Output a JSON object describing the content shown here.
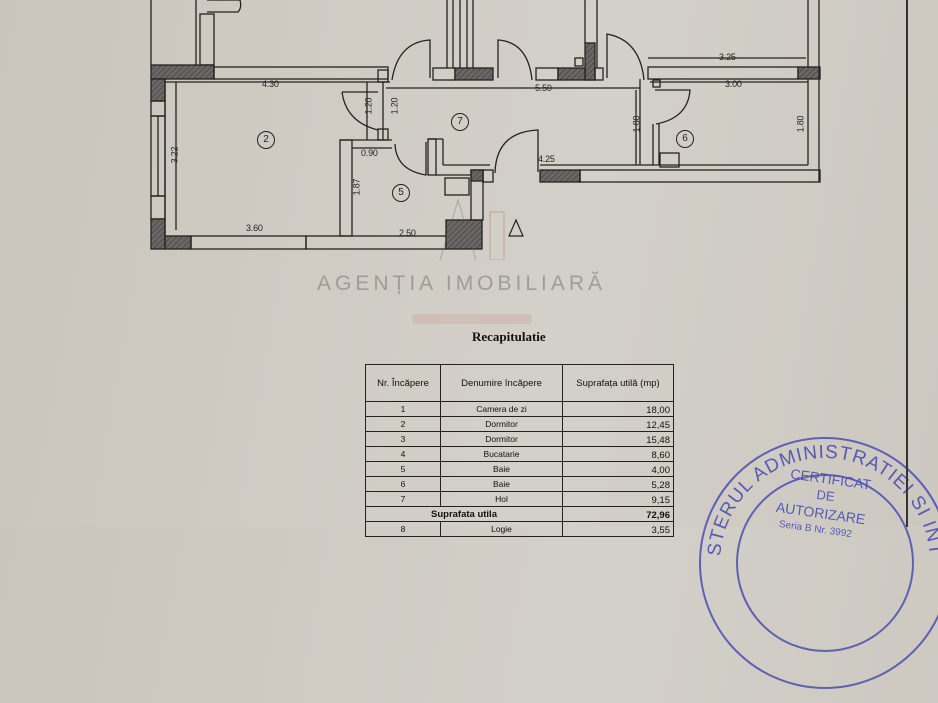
{
  "plan": {
    "rooms": [
      {
        "id": "2",
        "label": "2"
      },
      {
        "id": "5",
        "label": "5"
      },
      {
        "id": "6",
        "label": "6"
      },
      {
        "id": "7",
        "label": "7"
      }
    ],
    "dimensions": {
      "d430": "4.30",
      "d322": "3.22",
      "d360": "3.60",
      "d120a": "1.20",
      "d120b": "1.20",
      "d090": "0.90",
      "d187": "1.87",
      "d250": "2.50",
      "d550": "5.50",
      "d425": "4.25",
      "d325": "3.25",
      "d300": "3.00",
      "d180a": "1.80",
      "d180b": "1.80"
    }
  },
  "watermark": {
    "title": "AGENȚIA IMOBILIARĂ"
  },
  "recap": {
    "title": "Recapitulatie",
    "headers": {
      "nr": "Nr. Încăpere",
      "name": "Denumire încăpere",
      "area": "Suprafața utilă (mp)"
    },
    "rows": [
      {
        "nr": "1",
        "name": "Camera de zi",
        "area": "18,00"
      },
      {
        "nr": "2",
        "name": "Dormitor",
        "area": "12,45"
      },
      {
        "nr": "3",
        "name": "Dormitor",
        "area": "15,48"
      },
      {
        "nr": "4",
        "name": "Bucatarie",
        "area": "8,60"
      },
      {
        "nr": "5",
        "name": "Baie",
        "area": "4,00"
      },
      {
        "nr": "6",
        "name": "Baie",
        "area": "5,28"
      },
      {
        "nr": "7",
        "name": "Hol",
        "area": "9,15"
      }
    ],
    "total": {
      "label": "Suprafata utila",
      "area": "72,96"
    },
    "extra_rows": [
      {
        "nr": "8",
        "name": "Logie",
        "area": "3,55"
      }
    ]
  },
  "stamp": {
    "ring_text": "STERUL ADMINISTRATIEI SI INT",
    "line1": "CERTIFICAT",
    "line2": "DE",
    "line3": "AUTORIZARE",
    "line4": "Seria B Nr. 3992"
  },
  "colors": {
    "paper": "#cfcbc3",
    "ink": "#222222",
    "stamp": "#4a4fb0"
  }
}
